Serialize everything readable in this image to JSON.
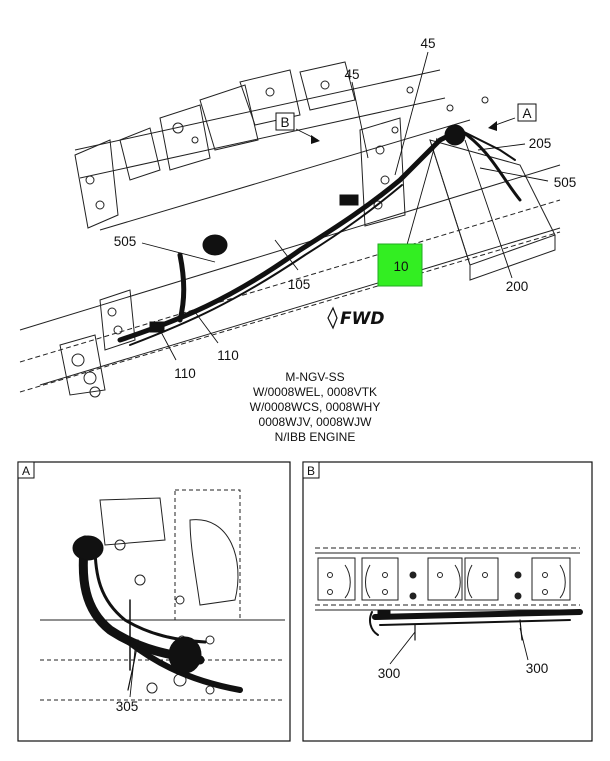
{
  "main_view": {
    "labels": {
      "p45a": "45",
      "p45b": "45",
      "p205": "205",
      "p505a": "505",
      "p505b": "505",
      "p105": "105",
      "p110a": "110",
      "p110b": "110",
      "p200": "200",
      "p10": "10"
    },
    "view_refs": {
      "a": "A",
      "b": "B"
    },
    "fwd": "FWD",
    "highlight_color": "#33ee22"
  },
  "notes": [
    "M-NGV-SS",
    "W/0008WEL, 0008VTK",
    "W/0008WCS, 0008WHY",
    "0008WJV, 0008WJW",
    "N/IBB ENGINE"
  ],
  "detail_a": {
    "tag": "A",
    "label_305": "305"
  },
  "detail_b": {
    "tag": "B",
    "label_300a": "300",
    "label_300b": "300"
  }
}
